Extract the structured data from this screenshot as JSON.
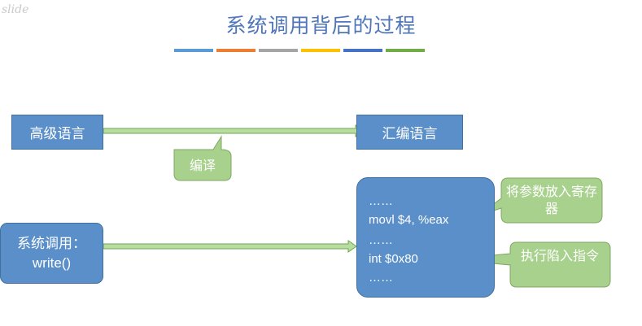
{
  "watermark": "slide",
  "title": "系统调用背后的过程",
  "title_bar_colors": [
    "#5b9bd5",
    "#ed7d31",
    "#a5a5a5",
    "#ffc000",
    "#4472c4",
    "#70ad47"
  ],
  "nodes": {
    "high_level_language": "高级语言",
    "assembly_language": "汇编语言",
    "syscall_line1": "系统调用：",
    "syscall_line2": "write()"
  },
  "callouts": {
    "compile": "编译",
    "put_params": "将参数放入寄存器",
    "execute_trap": "执行陷入指令"
  },
  "code": {
    "line1": "……",
    "line2": "movl $4, %eax",
    "line3": "……",
    "line4": "int $0x80",
    "line5": "……"
  },
  "colors": {
    "box_fill": "#5b8fc9",
    "box_border": "#41709f",
    "callout_fill": "#a9d18e",
    "callout_border": "#7fa862",
    "arrow_fill": "#b7dda0",
    "arrow_border": "#6fa84f"
  }
}
